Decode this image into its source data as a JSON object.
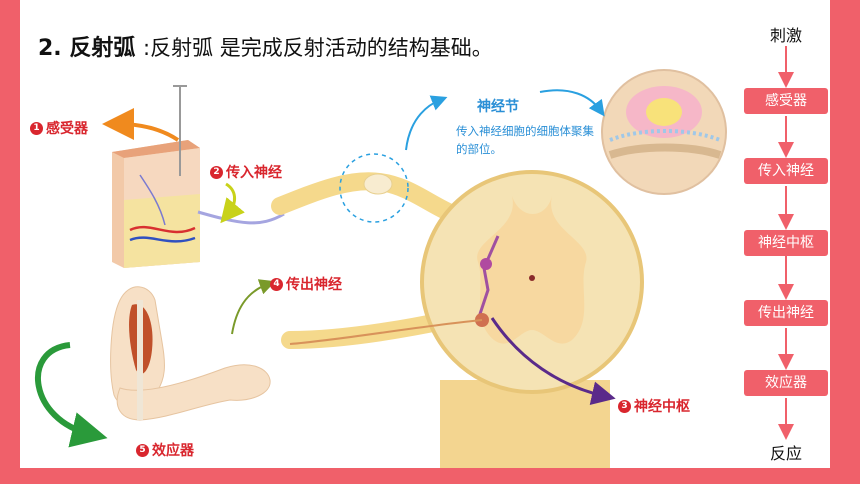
{
  "title": {
    "main": "2. 反射弧",
    "sub": ":反射弧 是完成反射活动的结构基础。"
  },
  "labels": {
    "receptor": {
      "num": "1",
      "text": "感受器"
    },
    "afferent": {
      "num": "2",
      "text": "传入神经"
    },
    "efferent": {
      "num": "4",
      "text": "传出神经"
    },
    "center": {
      "num": "3",
      "text": "神经中枢"
    },
    "effector": {
      "num": "5",
      "text": "效应器"
    }
  },
  "ganglion": {
    "title": "神经节",
    "desc": "传入神经细胞的细胞体聚集的部位。"
  },
  "flow": {
    "start": "刺激",
    "steps": [
      "感受器",
      "传入神经",
      "神经中枢",
      "传出神经",
      "效应器"
    ],
    "end": "反应"
  },
  "colors": {
    "accent": "#f0606a",
    "label_red": "#d9262e",
    "info_blue": "#2a8fd6"
  }
}
